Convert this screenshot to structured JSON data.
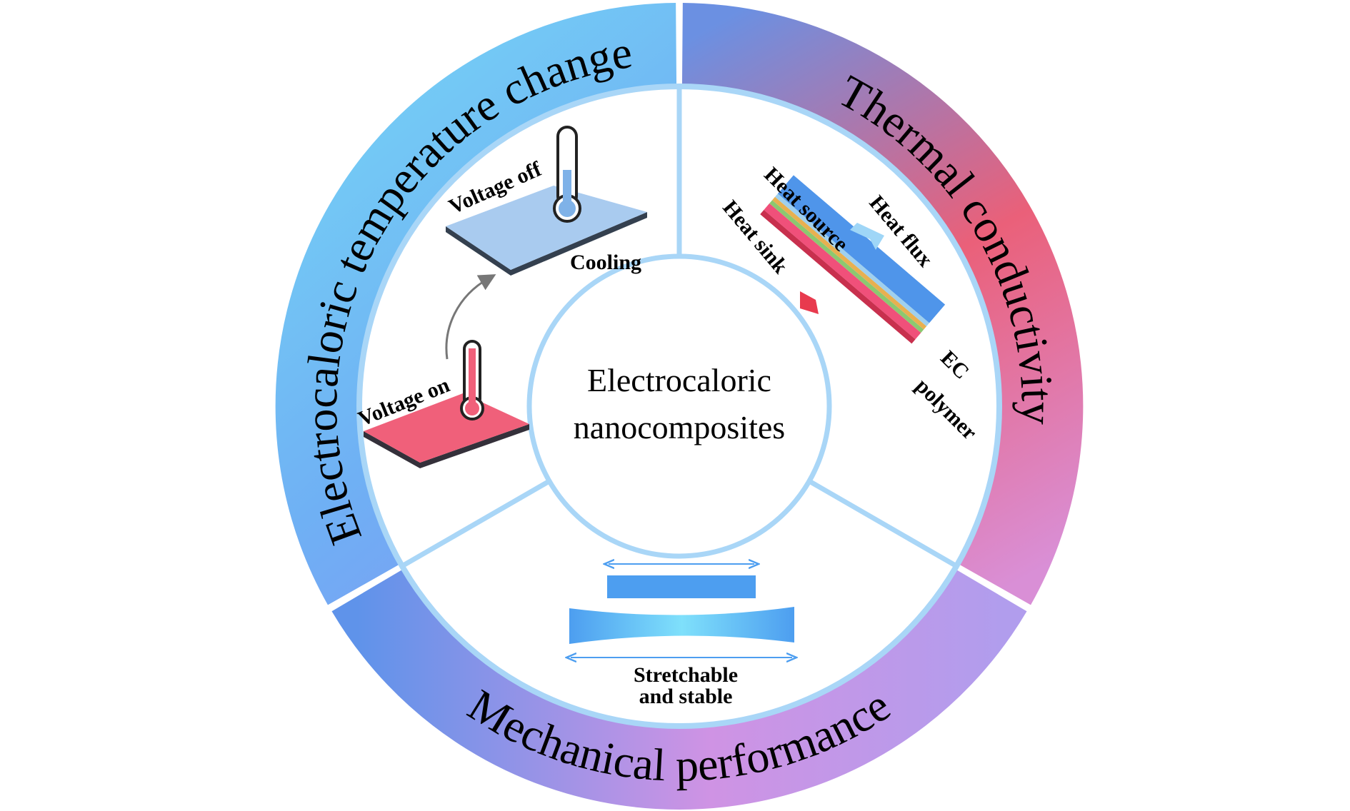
{
  "center": {
    "line1": "Electrocaloric",
    "line2": "nanocomposites"
  },
  "segments": {
    "left": {
      "title": "Electrocaloric temperature change"
    },
    "right": {
      "title": "Thermal conductivity"
    },
    "bottom": {
      "title": "Mechanical performance"
    }
  },
  "left_panel": {
    "voltage_off": "Voltage off",
    "cooling": "Cooling",
    "voltage_on": "Voltage on"
  },
  "right_panel": {
    "heat_source": "Heat source",
    "heat_flux": "Heat flux",
    "heat_sink": "Heat sink",
    "ec": "EC",
    "polymer": "polymer"
  },
  "bottom_panel": {
    "line1": "Stretchable",
    "line2": "and stable"
  },
  "colors": {
    "ring_border": "#a9d6f7",
    "cold": "#a9cbef",
    "hot": "#f0607a",
    "bar": "#4d9ef0"
  }
}
